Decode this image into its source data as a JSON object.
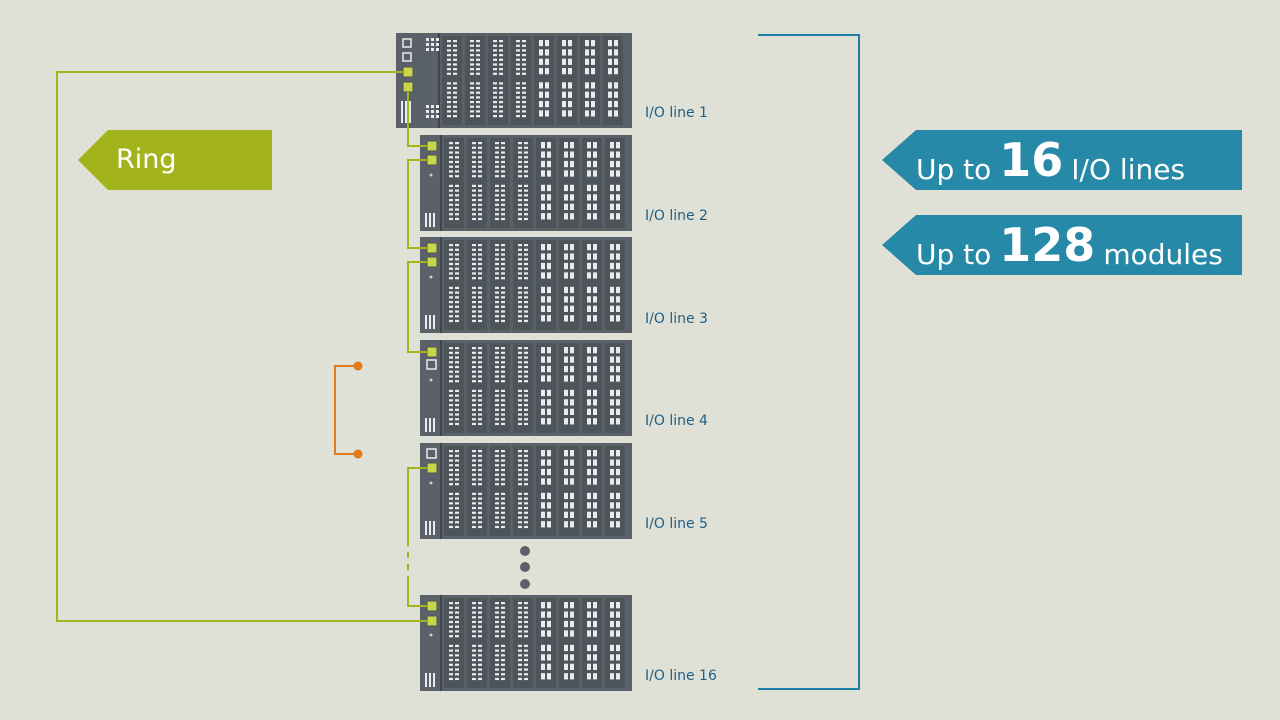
{
  "ring": {
    "label": "Ring"
  },
  "callouts": [
    {
      "prefix": "Up to",
      "number": "16",
      "suffix": "I/O lines"
    },
    {
      "prefix": "Up to",
      "number": "128",
      "suffix": "modules"
    }
  ],
  "io_lines": [
    {
      "label": "I/O line 1"
    },
    {
      "label": "I/O line 2"
    },
    {
      "label": "I/O line 3"
    },
    {
      "label": "I/O line 4"
    },
    {
      "label": "I/O line 5"
    },
    {
      "label": "I/O line 16"
    }
  ],
  "colors": {
    "background": "#e0e1d6",
    "ring": "#a3b31b",
    "accent": "#2689a8",
    "bracket": "#1d7fa3",
    "orange": "#e07a1a",
    "module": "#5a6168",
    "line_label": "#1d5f86"
  }
}
